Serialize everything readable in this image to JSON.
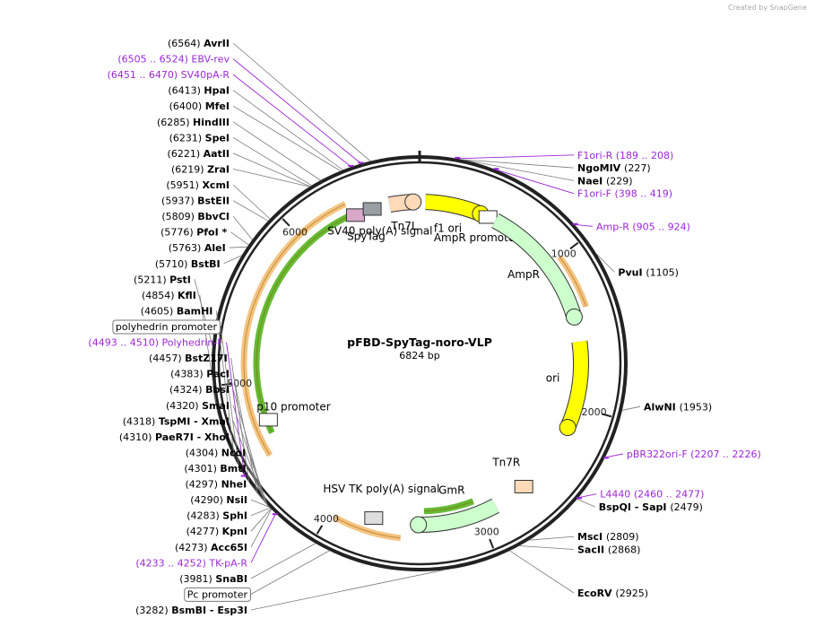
{
  "watermark": "Created by SnapGene",
  "watermark_brand": "SnapGene",
  "plasmid": {
    "name": "pFBD-SpyTag-noro-VLP",
    "size": "6824 bp",
    "length": 6824
  },
  "ruler_ticks": [
    {
      "pos": 1000,
      "label": "1000"
    },
    {
      "pos": 2000,
      "label": "2000"
    },
    {
      "pos": 3000,
      "label": "3000"
    },
    {
      "pos": 4000,
      "label": "4000"
    },
    {
      "pos": 5000,
      "label": "5000"
    },
    {
      "pos": 6000,
      "label": "6000"
    }
  ],
  "sites": [
    {
      "name": "AvrII",
      "coord": "(6564)",
      "pos": 6564,
      "side": "left",
      "bold": true
    },
    {
      "name": "EBV-rev",
      "coord": "(6505 .. 6524)",
      "pos": 6514,
      "side": "left",
      "primer": true
    },
    {
      "name": "SV40pA-R",
      "coord": "(6451 .. 6470)",
      "pos": 6460,
      "side": "left",
      "primer": true
    },
    {
      "name": "HpaI",
      "coord": "(6413)",
      "pos": 6413,
      "side": "left",
      "bold": true
    },
    {
      "name": "MfeI",
      "coord": "(6400)",
      "pos": 6400,
      "side": "left",
      "bold": true
    },
    {
      "name": "HindIII",
      "coord": "(6285)",
      "pos": 6285,
      "side": "left",
      "bold": true
    },
    {
      "name": "SpeI",
      "coord": "(6231)",
      "pos": 6231,
      "side": "left",
      "bold": true
    },
    {
      "name": "AatII",
      "coord": "(6221)",
      "pos": 6221,
      "side": "left",
      "bold": true
    },
    {
      "name": "ZraI",
      "coord": "(6219)",
      "pos": 6219,
      "side": "left",
      "bold": true
    },
    {
      "name": "XcmI",
      "coord": "(5951)",
      "pos": 5951,
      "side": "left",
      "bold": true
    },
    {
      "name": "BstEII",
      "coord": "(5937)",
      "pos": 5937,
      "side": "left",
      "bold": true
    },
    {
      "name": "BbvCI",
      "coord": "(5809)",
      "pos": 5809,
      "side": "left",
      "bold": true
    },
    {
      "name": "PfoI *",
      "coord": "(5776)",
      "pos": 5776,
      "side": "left",
      "bold": true
    },
    {
      "name": "AleI",
      "coord": "(5763)",
      "pos": 5763,
      "side": "left",
      "bold": true
    },
    {
      "name": "BstBI",
      "coord": "(5710)",
      "pos": 5710,
      "side": "left",
      "bold": true
    },
    {
      "name": "PstI",
      "coord": "(5211)",
      "pos": 5211,
      "side": "left",
      "bold": true
    },
    {
      "name": "KflI",
      "coord": "(4854)",
      "pos": 4854,
      "side": "left",
      "bold": true
    },
    {
      "name": "BamHI",
      "coord": "(4605)",
      "pos": 4605,
      "side": "left",
      "bold": true
    },
    {
      "name": "polyhedrin promoter",
      "coord": "",
      "pos": 4560,
      "side": "left",
      "boxed": true
    },
    {
      "name": "Polyhedrin-F",
      "coord": "(4493 .. 4510)",
      "pos": 4500,
      "side": "left",
      "primer": true
    },
    {
      "name": "BstZ17I",
      "coord": "(4457)",
      "pos": 4457,
      "side": "left",
      "bold": true
    },
    {
      "name": "PacI",
      "coord": "(4383)",
      "pos": 4383,
      "side": "left",
      "bold": true
    },
    {
      "name": "BbsI",
      "coord": "(4324)",
      "pos": 4324,
      "side": "left",
      "bold": true
    },
    {
      "name": "SmaI",
      "coord": "(4320)",
      "pos": 4320,
      "side": "left",
      "bold": true
    },
    {
      "name": "TspMI  - XmaI",
      "coord": "(4318)",
      "pos": 4318,
      "side": "left",
      "bold": true
    },
    {
      "name": "PaeR7I  - XhoI",
      "coord": "(4310)",
      "pos": 4310,
      "side": "left",
      "bold": true
    },
    {
      "name": "NcoI",
      "coord": "(4304)",
      "pos": 4304,
      "side": "left",
      "bold": true
    },
    {
      "name": "BmtI",
      "coord": "(4301)",
      "pos": 4301,
      "side": "left",
      "bold": true
    },
    {
      "name": "NheI",
      "coord": "(4297)",
      "pos": 4297,
      "side": "left",
      "bold": true
    },
    {
      "name": "NsiI",
      "coord": "(4290)",
      "pos": 4290,
      "side": "left",
      "bold": true
    },
    {
      "name": "SphI",
      "coord": "(4283)",
      "pos": 4283,
      "side": "left",
      "bold": true
    },
    {
      "name": "KpnI",
      "coord": "(4277)",
      "pos": 4277,
      "side": "left",
      "bold": true
    },
    {
      "name": "Acc65I",
      "coord": "(4273)",
      "pos": 4273,
      "side": "left",
      "bold": true
    },
    {
      "name": "TK-pA-R",
      "coord": "(4233 .. 4252)",
      "pos": 4242,
      "side": "left",
      "primer": true
    },
    {
      "name": "SnaBI",
      "coord": "(3981)",
      "pos": 3981,
      "side": "left",
      "bold": true
    },
    {
      "name": "Pc promoter",
      "coord": "",
      "pos": 3900,
      "side": "left",
      "boxed": true
    },
    {
      "name": "BsmBI  - Esp3I",
      "coord": "(3282)",
      "pos": 3282,
      "side": "left",
      "bold": true
    },
    {
      "name": "F1ori-R",
      "coord": "(189 .. 208)",
      "pos": 198,
      "side": "right",
      "primer": true
    },
    {
      "name": "NgoMIV",
      "coord": "(227)",
      "pos": 227,
      "side": "right",
      "bold": true
    },
    {
      "name": "NaeI",
      "coord": "(229)",
      "pos": 229,
      "side": "right",
      "bold": true
    },
    {
      "name": "F1ori-F",
      "coord": "(398 .. 419)",
      "pos": 408,
      "side": "right",
      "primer": true
    },
    {
      "name": "Amp-R",
      "coord": "(905 .. 924)",
      "pos": 914,
      "side": "right",
      "primer": true
    },
    {
      "name": "PvuI",
      "coord": "(1105)",
      "pos": 1105,
      "side": "right",
      "bold": true
    },
    {
      "name": "AlwNI",
      "coord": "(1953)",
      "pos": 1953,
      "side": "right",
      "bold": true
    },
    {
      "name": "pBR322ori-F",
      "coord": "(2207 .. 2226)",
      "pos": 2216,
      "side": "right",
      "primer": true
    },
    {
      "name": "L4440",
      "coord": "(2460 .. 2477)",
      "pos": 2468,
      "side": "right",
      "primer": true
    },
    {
      "name": "BspQI  - SapI",
      "coord": "(2479)",
      "pos": 2479,
      "side": "right",
      "bold": true
    },
    {
      "name": "MscI",
      "coord": "(2809)",
      "pos": 2809,
      "side": "right",
      "bold": true
    },
    {
      "name": "SacII",
      "coord": "(2868)",
      "pos": 2868,
      "side": "right",
      "bold": true
    },
    {
      "name": "EcoRV",
      "coord": "(2925)",
      "pos": 2925,
      "side": "right",
      "bold": true
    }
  ],
  "features": [
    {
      "name": "f1 ori",
      "start": 40,
      "end": 420,
      "color": "#ffff00",
      "label": "f1 ori"
    },
    {
      "name": "AmpR promoter",
      "start": 430,
      "end": 520,
      "color": "#ffffff",
      "label": "AmpR promoter"
    },
    {
      "name": "AmpR",
      "start": 530,
      "end": 1390,
      "color": "#ccffcc",
      "label": "AmpR"
    },
    {
      "name": "ori",
      "start": 1560,
      "end": 2150,
      "color": "#ffff00",
      "label": "ori"
    },
    {
      "name": "Tn7R",
      "start": 2600,
      "end": 2700,
      "color": "#ffdab9",
      "label": "Tn7R"
    },
    {
      "name": "GmR",
      "start": 2880,
      "end": 3420,
      "color": "#ccffcc",
      "label": "GmR"
    },
    {
      "name": "HSV TK poly(A) signal",
      "start": 3700,
      "end": 3750,
      "color": "#dddddd",
      "label": "HSV TK poly(A) signal"
    },
    {
      "name": "p10 promoter",
      "start": 4660,
      "end": 4800,
      "color": "#ffffff",
      "label": "p10 promoter"
    },
    {
      "name": "SpyTag",
      "start": 6360,
      "end": 6400,
      "color": "#d8a8c8",
      "label": "SpyTag"
    },
    {
      "name": "SV40 poly(A) signal",
      "start": 6440,
      "end": 6560,
      "color": "#9a9fa6",
      "label": "SV40 poly(A) signal"
    },
    {
      "name": "Tn7L",
      "start": 6620,
      "end": 6780,
      "color": "#ffdab9",
      "label": "Tn7L"
    }
  ],
  "colors": {
    "primer": "#9c27d6",
    "backbone": "#222222",
    "orange_orf": "#f5c480",
    "green_orf": "#66bb33"
  }
}
